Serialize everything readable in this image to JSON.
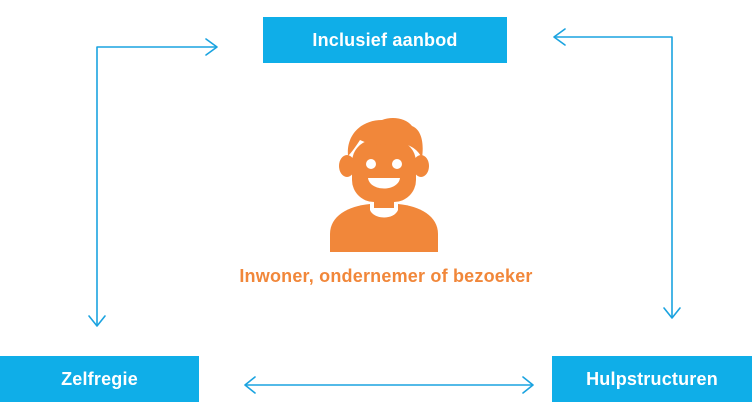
{
  "colors": {
    "box_fill": "#0faee8",
    "arrow": "#1aa3e0",
    "person": "#f1873a",
    "label": "#f1873a",
    "box_text": "#ffffff"
  },
  "nodes": {
    "top": {
      "label": "Inclusief aanbod"
    },
    "bottom_left": {
      "label": "Zelfregie"
    },
    "bottom_right": {
      "label": "Hulpstructuren"
    }
  },
  "center": {
    "icon": "person-icon",
    "label": "Inwoner, ondernemer of bezoeker"
  },
  "connections": [
    {
      "from": "bottom_left",
      "to": "top",
      "direction": "both"
    },
    {
      "from": "top",
      "to": "bottom_right",
      "direction": "both"
    },
    {
      "from": "bottom_left",
      "to": "bottom_right",
      "direction": "both"
    }
  ]
}
